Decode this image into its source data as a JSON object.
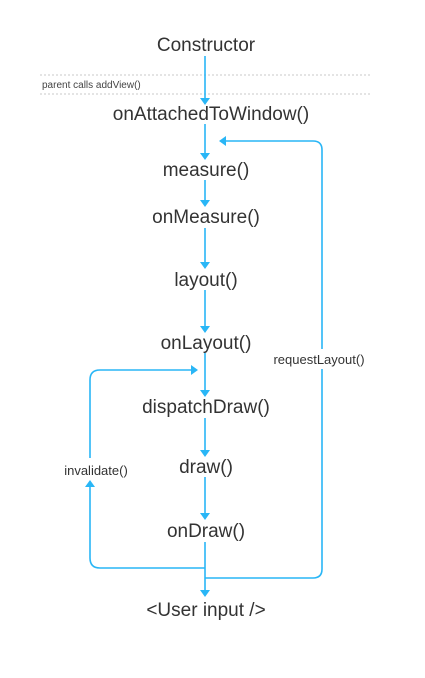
{
  "nodes": {
    "constructor": "Constructor",
    "on_attached_to_window": "onAttachedToWindow()",
    "measure": "measure()",
    "on_measure": "onMeasure()",
    "layout": "layout()",
    "on_layout": "onLayout()",
    "dispatch_draw": "dispatchDraw()",
    "draw": "draw()",
    "on_draw": "onDraw()",
    "user_input": "<User input />"
  },
  "annotations": {
    "parent_calls": "parent calls addView()",
    "request_layout": "requestLayout()",
    "invalidate": "invalidate()"
  },
  "colors": {
    "flow": "#29b6f6",
    "text": "#333333",
    "divider": "#c8c8c8"
  }
}
